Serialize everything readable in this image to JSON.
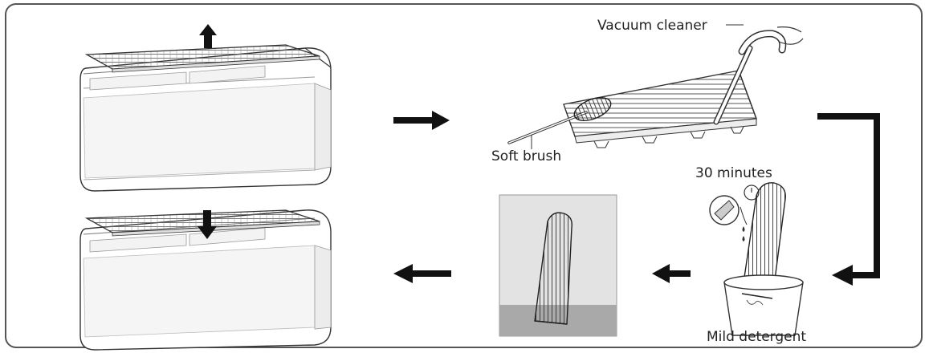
{
  "labels": {
    "vacuum": "Vacuum cleaner",
    "brush": "Soft brush",
    "soak_time": "30 minutes",
    "detergent": "Mild detergent"
  },
  "colors": {
    "outline": "#333333",
    "arrow": "#111111",
    "panel_gray": "#e3e3e3",
    "shadow_gray": "#a9a9a9"
  }
}
